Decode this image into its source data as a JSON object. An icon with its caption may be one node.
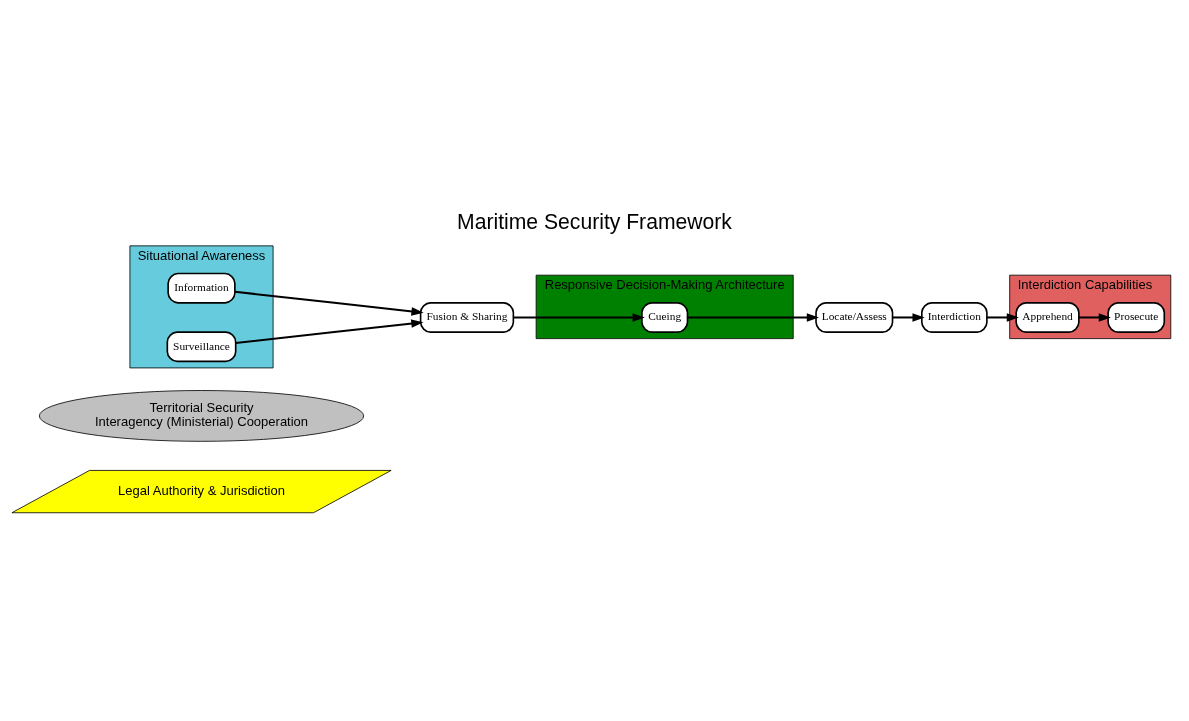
{
  "diagram": {
    "title": "Maritime Security Framework",
    "nodes": [
      {
        "text": [
          "Legal Authority & Jurisdiction"
        ]
      },
      {
        "text": [
          "Territorial Security",
          "Interagency (Ministerial) Cooperation"
        ]
      },
      {
        "text": [
          "Situational Awareness"
        ]
      },
      {
        "text": [
          "Information"
        ],
        "in": 2
      },
      {
        "text": [
          "Surveillance"
        ],
        "in": 2
      },
      {
        "text": [
          "Responsive Decision-Making Architecture"
        ]
      },
      {
        "text": [
          "Fusion & Sharing"
        ]
      },
      {
        "text": [
          "Cueing"
        ],
        "in": 5
      },
      {
        "text": [
          "Interdiction Capabilities"
        ]
      },
      {
        "text": [
          "Locate/Assess"
        ]
      },
      {
        "text": [
          "Interdiction"
        ]
      },
      {
        "text": [
          "Apprehend"
        ],
        "in": 8
      },
      {
        "text": [
          "Prosecute"
        ],
        "in": 8
      }
    ],
    "edges": [
      {
        "from": 3,
        "to": 6,
        "arrow": "to"
      },
      {
        "from": 4,
        "to": 6,
        "arrow": "to"
      },
      {
        "from": 6,
        "to": 7,
        "arrow": "to"
      },
      {
        "from": 7,
        "to": 9,
        "arrow": "to"
      },
      {
        "from": 9,
        "to": 10,
        "arrow": "to"
      },
      {
        "from": 10,
        "to": 11,
        "arrow": "to"
      },
      {
        "from": 11,
        "to": 12,
        "arrow": "to"
      }
    ]
  }
}
